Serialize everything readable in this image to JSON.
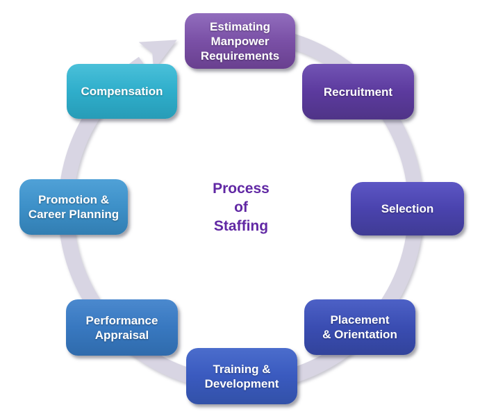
{
  "diagram": {
    "title_lines": [
      "Process",
      "of",
      "Staffing"
    ],
    "title_color": "#6128A4",
    "ring_color": "#D8D5E3",
    "flow_direction": "clockwise",
    "background": "#FFFFFF",
    "label_text_color": "#FFFFFF"
  },
  "steps": [
    {
      "name": "estimating-manpower-requirements",
      "label_lines": [
        "Estimating",
        "Manpower",
        "Requirements"
      ],
      "color": "#7A50A6",
      "position": "top"
    },
    {
      "name": "recruitment",
      "label_lines": [
        "Recruitment"
      ],
      "color": "#5C3A9E",
      "position": "top-right"
    },
    {
      "name": "selection",
      "label_lines": [
        "Selection"
      ],
      "color": "#4A43AE",
      "position": "right"
    },
    {
      "name": "placement-orientation",
      "label_lines": [
        "Placement",
        "& Orientation"
      ],
      "color": "#3A4DB2",
      "position": "bottom-right"
    },
    {
      "name": "training-development",
      "label_lines": [
        "Training &",
        "Development"
      ],
      "color": "#3A5ABF",
      "position": "bottom"
    },
    {
      "name": "performance-appraisal",
      "label_lines": [
        "Performance",
        "Appraisal"
      ],
      "color": "#3878C0",
      "position": "bottom-left"
    },
    {
      "name": "promotion-career-planning",
      "label_lines": [
        "Promotion &",
        "Career Planning"
      ],
      "color": "#3D90C8",
      "position": "left"
    },
    {
      "name": "compensation",
      "label_lines": [
        "Compensation"
      ],
      "color": "#2FAECB",
      "position": "top-left"
    }
  ]
}
